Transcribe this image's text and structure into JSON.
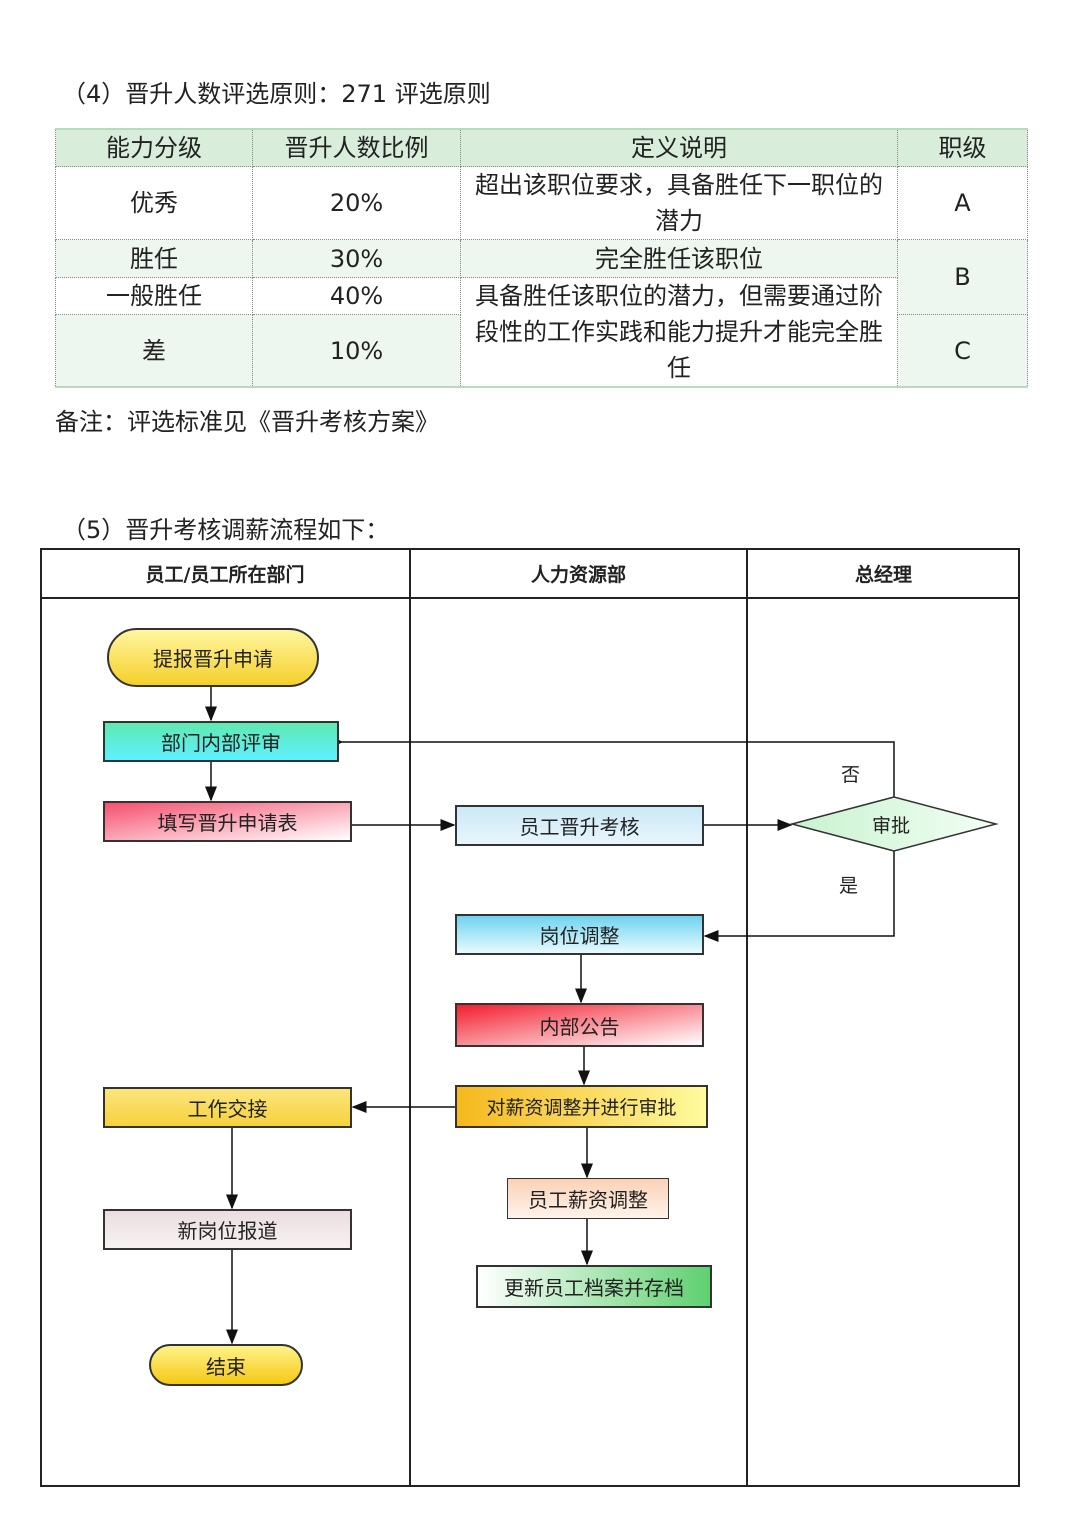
{
  "section4_title": "（4）晋升人数评选原则：271 评选原则",
  "table": {
    "headers": [
      "能力分级",
      "晋升人数比例",
      "定义说明",
      "职级"
    ],
    "rows": [
      {
        "level": "优秀",
        "ratio": "20%",
        "definition": "超出该职位要求，具备胜任下一职位的潜力",
        "grade": "A"
      },
      {
        "level": "胜任",
        "ratio": "30%",
        "definition": "完全胜任该职位",
        "grade": "B"
      },
      {
        "level": "一般胜任",
        "ratio": "40%",
        "definition": "具备胜任该职位的潜力，但需要通过阶段性的工作实践和能力提升才能完全胜任",
        "grade": "B"
      },
      {
        "level": "差",
        "ratio": "10%",
        "definition": "具备胜任该职位的潜力，但需要通过阶段性的工作实践和能力提升才能完全胜任",
        "grade": "C"
      }
    ]
  },
  "note": "备注：评选标准见《晋升考核方案》",
  "section5_title": "（5）晋升考核调薪流程如下：",
  "flow": {
    "lanes": [
      "员工/员工所在部门",
      "人力资源部",
      "总经理"
    ],
    "nodes": {
      "start": "提报晋升申请",
      "dept_review": "部门内部评审",
      "fill_form": "填写晋升申请表",
      "assessment": "员工晋升考核",
      "approve": "审批",
      "adjust_post": "岗位调整",
      "announce": "内部公告",
      "salary_approve": "对薪资调整并进行审批",
      "salary_adjust": "员工薪资调整",
      "archive": "更新员工档案并存档",
      "handover": "工作交接",
      "report": "新岗位报道",
      "end": "结束"
    },
    "labels": {
      "no": "否",
      "yes": "是"
    }
  }
}
